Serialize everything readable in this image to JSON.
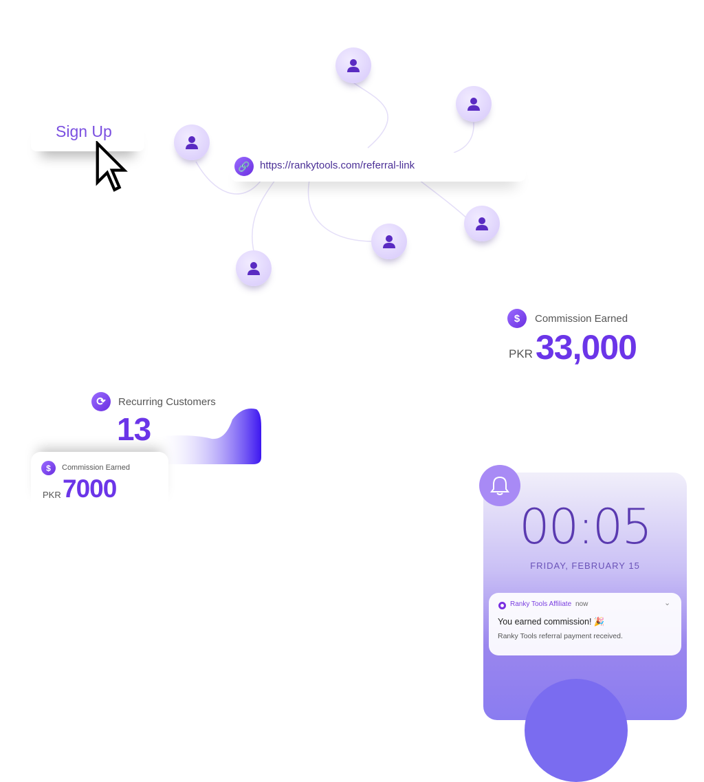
{
  "signup": {
    "label": "Sign Up"
  },
  "referral": {
    "url": "https://rankytools.com/referral-link"
  },
  "commission_main": {
    "label": "Commission Earned",
    "currency": "PKR",
    "amount": "33,000"
  },
  "recurring": {
    "label": "Recurring Customers",
    "count": "13"
  },
  "commission_small": {
    "label": "Commission Earned",
    "currency": "PKR",
    "amount": "7000"
  },
  "phone": {
    "time": "00:05",
    "date": "FRIDAY, FEBRUARY 15",
    "notification": {
      "app": "Ranky Tools Affiliate",
      "when": "now",
      "title": "You earned commission! 🎉",
      "body": "Ranky Tools referral payment received."
    }
  },
  "colors": {
    "accent": "#6b35e8",
    "avatar_bg": "#e3d9fd"
  }
}
